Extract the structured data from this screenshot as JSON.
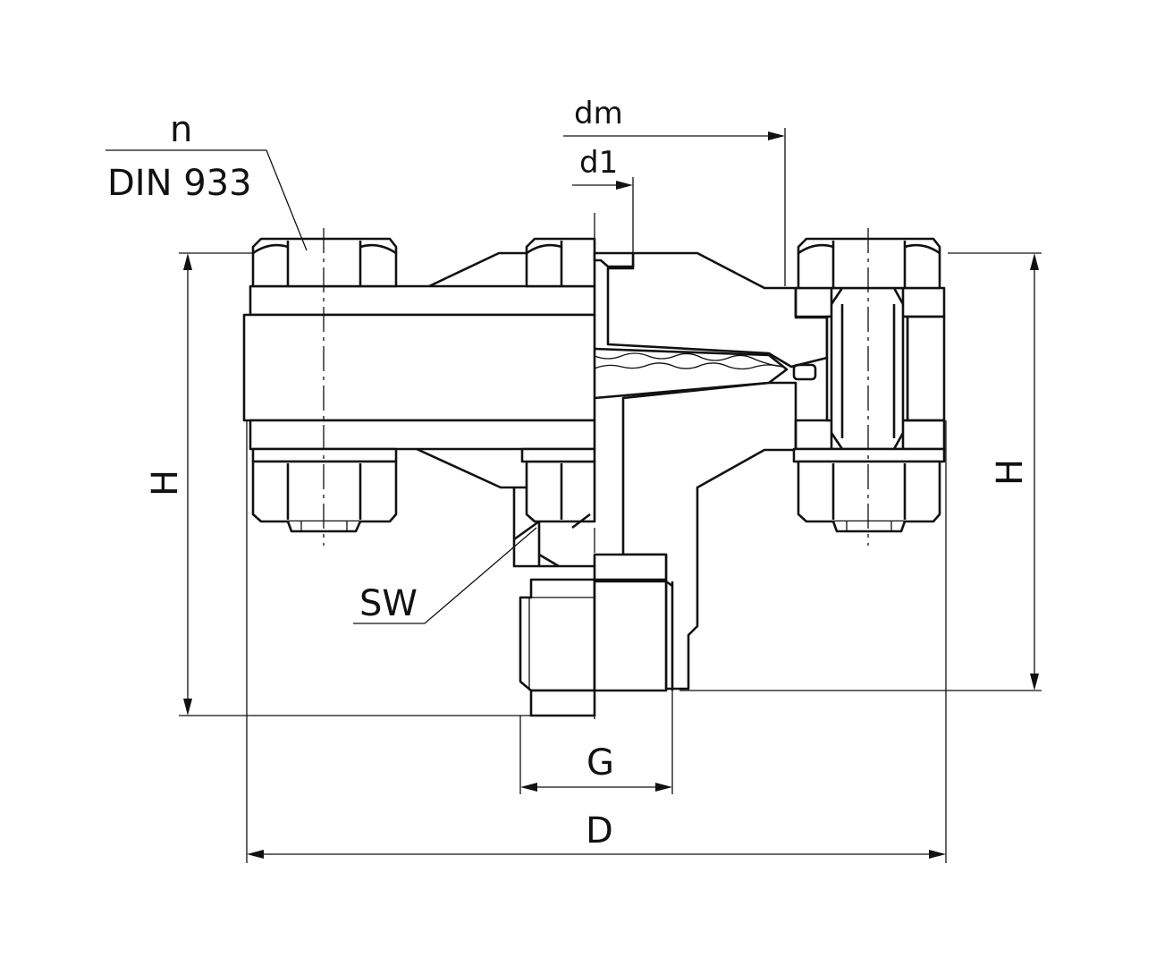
{
  "labels": {
    "bolt_count": "n",
    "bolt_standard": "DIN 933",
    "mean_diameter": "dm",
    "inner_diameter": "d1",
    "height": "H",
    "wrench_size": "SW",
    "thread": "G",
    "outer_diameter": "D"
  },
  "colors": {
    "line": "#111111",
    "background": "#ffffff"
  }
}
